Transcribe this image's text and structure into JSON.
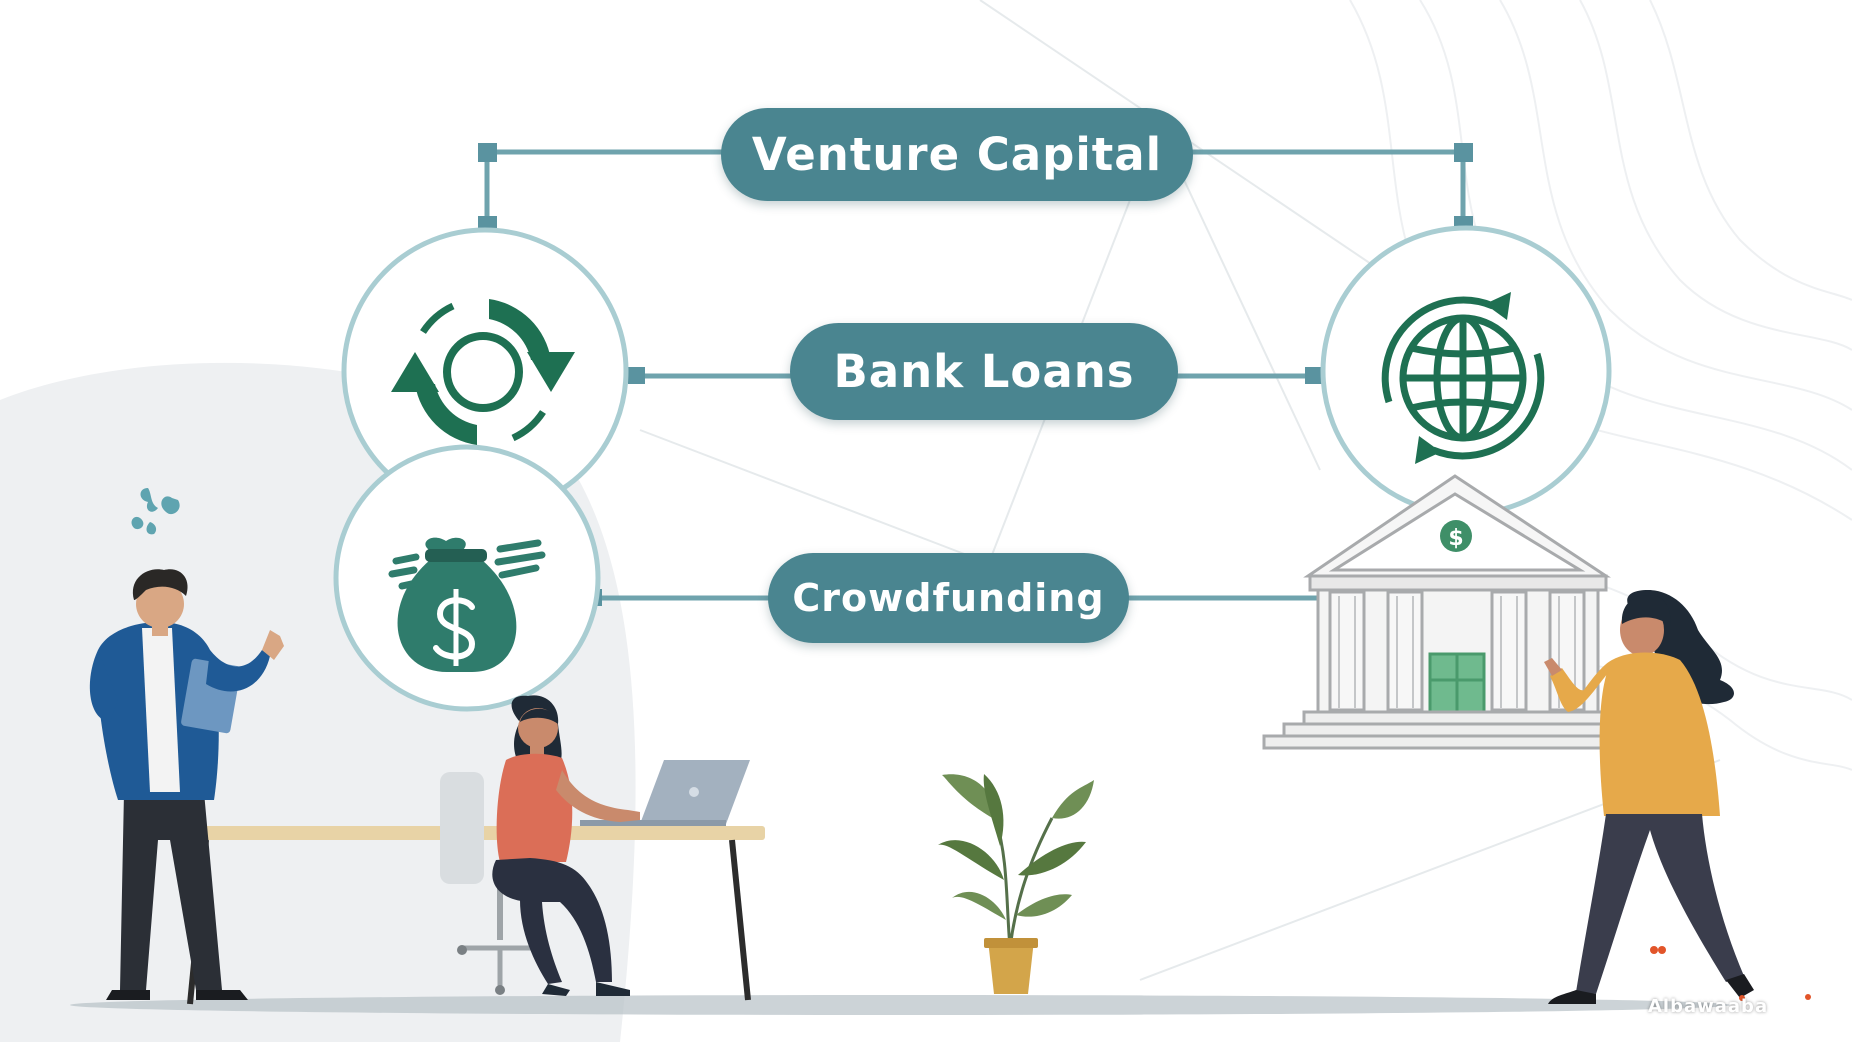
{
  "nodes": {
    "venture_capital": "Venture Capital",
    "bank_loans": "Bank Loans",
    "crowdfunding": "Crowdfunding"
  },
  "icons": {
    "top_left": "refresh-cycle-icon",
    "mid_left": "money-bag-icon",
    "top_right": "globe-icon",
    "right": "bank-building-icon"
  },
  "colors": {
    "pill": "#4a8590",
    "connector": "#6fa3ad",
    "icon_green": "#1e7052",
    "money_bag": "#2f7c6c",
    "circle_border": "#a9cdd2"
  },
  "watermark": "Albawaaba"
}
